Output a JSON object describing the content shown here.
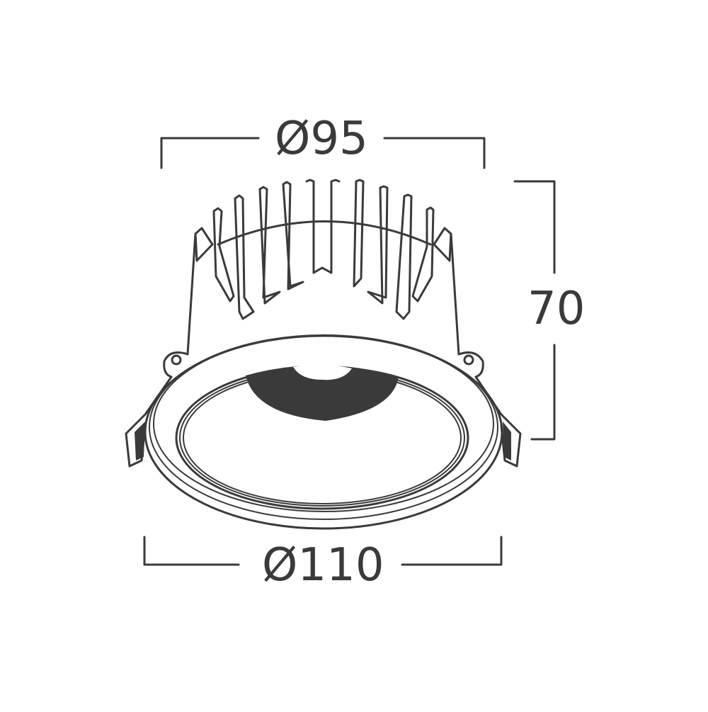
{
  "drawing": {
    "subject": "recessed LED downlight dimension drawing",
    "units": "mm",
    "stroke_color": "#3a3a3a",
    "background_color": "#ffffff"
  },
  "dimensions": {
    "cutout_diameter": {
      "label": "Ø95",
      "value": 95
    },
    "height": {
      "label": "70",
      "value": 70
    },
    "outer_diameter": {
      "label": "Ø110",
      "value": 110
    }
  }
}
